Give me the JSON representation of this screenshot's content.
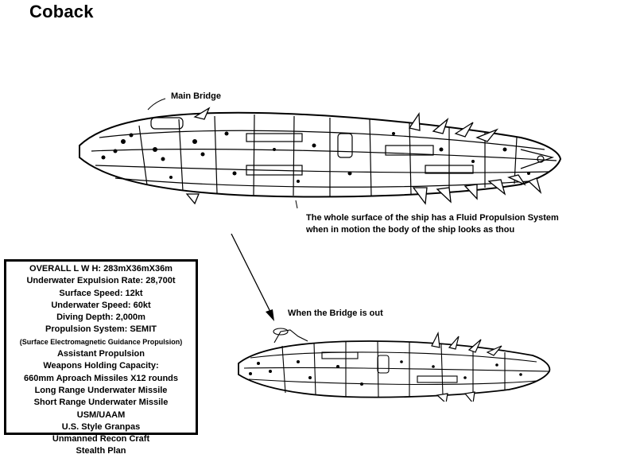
{
  "title": "Coback",
  "callouts": {
    "main_bridge": "Main Bridge",
    "surface_line1": "The whole surface of the ship has a Fluid Propulsion System",
    "surface_line2": "when in motion the body of the ship looks as thou",
    "bridge_out": "When the Bridge is out"
  },
  "specs": [
    "OVERALL L W H: 283mX36mX36m",
    "Underwater Expulsion Rate: 28,700t",
    "Surface Speed: 12kt",
    "Underwater Speed: 60kt",
    "Diving Depth: 2,000m",
    "Propulsion System: SEMIT",
    "(Surface Electromagnetic Guidance Propulsion)",
    "Assistant Propulsion",
    "Weapons Holding Capacity:",
    "660mm Aproach Missiles X12 rounds",
    "Long Range Underwater Missile",
    "Short Range Underwater Missile",
    "USM/UAAM",
    "U.S. Style Granpas",
    "Unmanned Recon Craft",
    "Stealth Plan"
  ]
}
